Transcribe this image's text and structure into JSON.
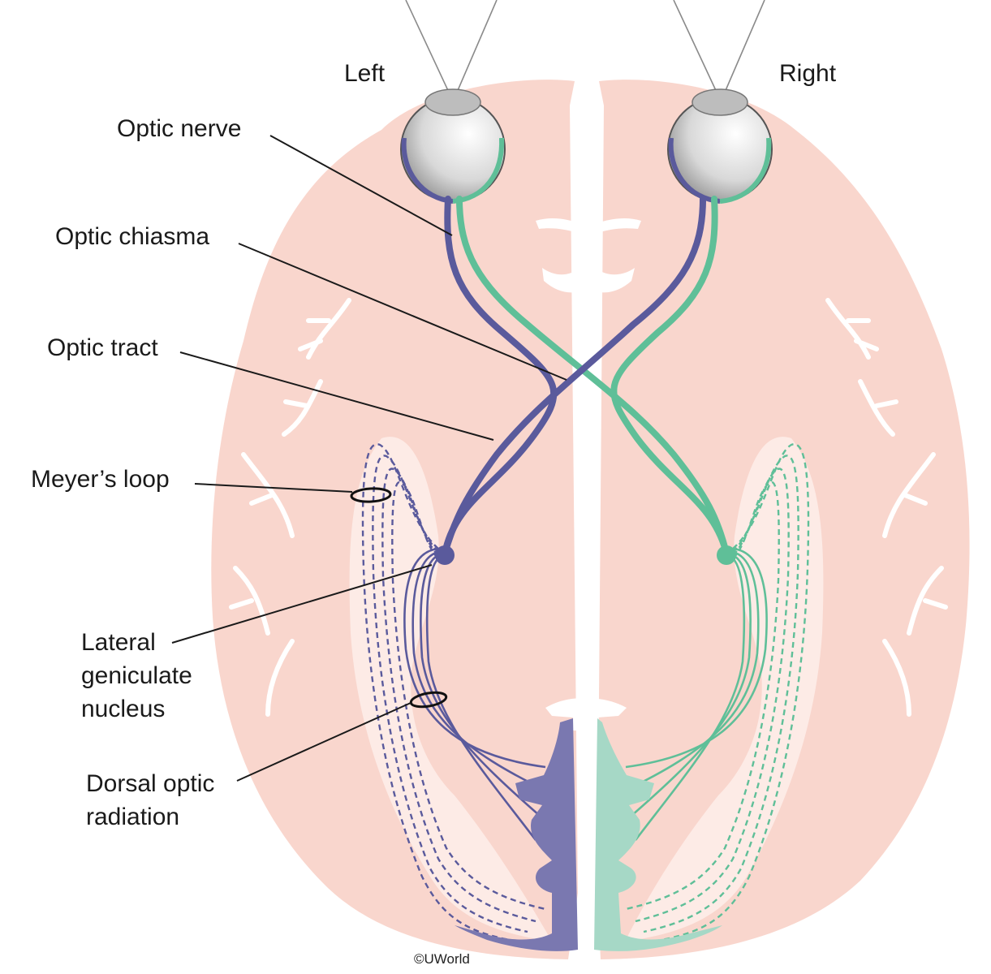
{
  "labels": {
    "left": "Left",
    "right": "Right",
    "optic_nerve": "Optic nerve",
    "optic_chiasma": "Optic chiasma",
    "optic_tract": "Optic tract",
    "meyers_loop": "Meyer’s loop",
    "lgn_line1": "Lateral",
    "lgn_line2": "geniculate",
    "lgn_line3": "nucleus",
    "dorsal_line1": "Dorsal optic",
    "dorsal_line2": "radiation"
  },
  "copyright": "©UWorld",
  "colors": {
    "brain": "#f9d6cd",
    "ventricle": "#fdebe6",
    "left_pathway": "#5a5a9c",
    "right_pathway": "#5fbf98",
    "left_cortex": "#7a78b0",
    "right_cortex": "#a6d8c6"
  }
}
